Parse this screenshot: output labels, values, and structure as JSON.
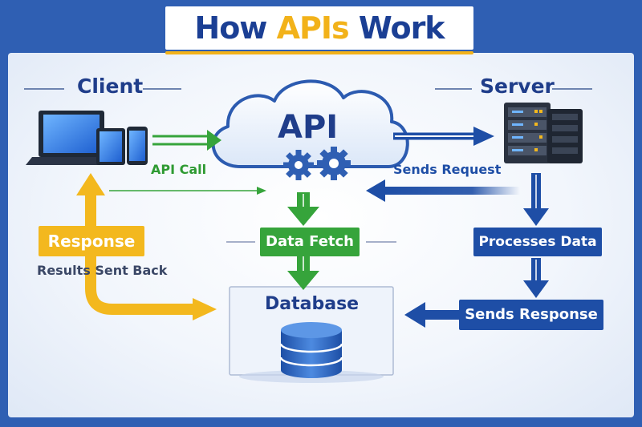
{
  "title": {
    "prefix": "How ",
    "accent": "APIs",
    "suffix": " Work"
  },
  "client": {
    "label": "Client"
  },
  "server": {
    "label": "Server"
  },
  "api": {
    "label": "API"
  },
  "flow": {
    "api_call": "API Call",
    "sends_request": "Sends Request",
    "data_fetch": "Data Fetch",
    "processes_data": "Processes Data",
    "sends_response": "Sends Response",
    "response": "Response",
    "results_sent_back": "Results Sent Back"
  },
  "database": {
    "label": "Database"
  },
  "colors": {
    "frame": "#2f5fb3",
    "navy": "#1e4ea6",
    "green": "#36a43b",
    "yellow": "#f3b81e",
    "heading": "#1f3d8a"
  }
}
